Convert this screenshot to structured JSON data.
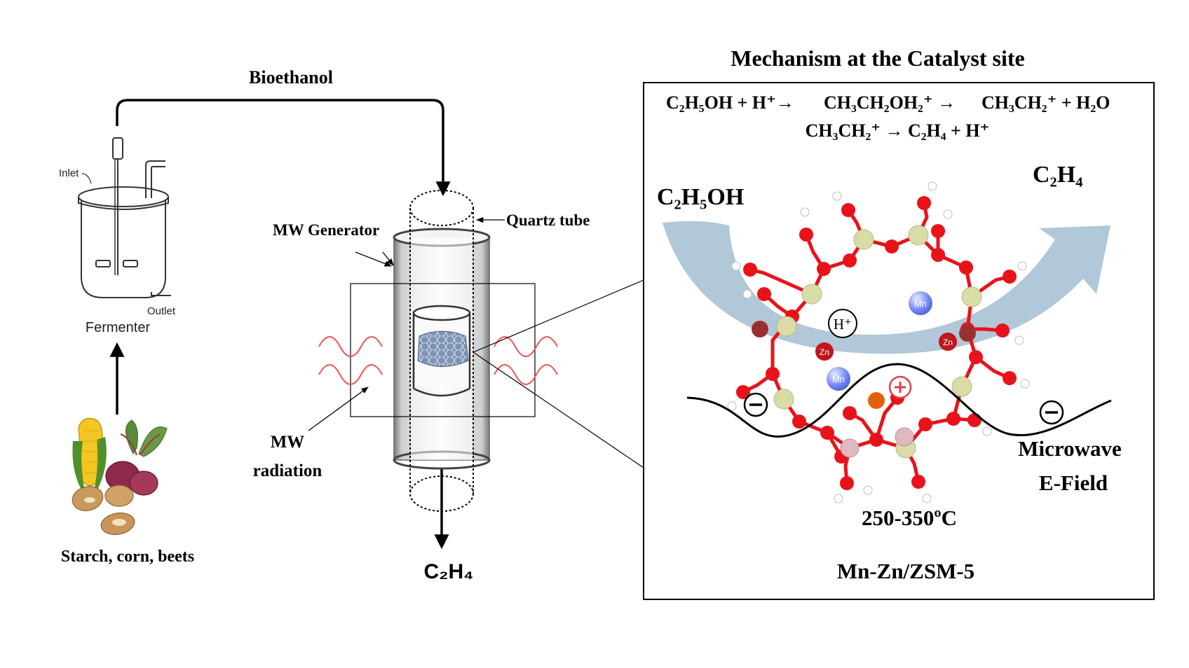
{
  "labels": {
    "bioethanol": "Bioethanol",
    "inlet": "Inlet",
    "outlet": "Outlet",
    "fermenter": "Fermenter",
    "feedstock": "Starch, corn, beets",
    "mw_generator": "MW Generator",
    "quartz_tube": "Quartz tube",
    "mw_radiation_line1": "MW",
    "mw_radiation_line2": "radiation",
    "product_out": "C₂H₄"
  },
  "mechanism": {
    "title": "Mechanism at the Catalyst site",
    "eq1_reactant": "C₂H₅OH + H⁺→",
    "eq1_intermediate": "CH₃CH₂OH₂⁺ →",
    "eq1_products": "CH₃CH₂⁺ + H₂O",
    "eq2": "CH₃CH₂⁺ → C₂H₄ + H⁺",
    "reactant": "C₂H₅OH",
    "product": "C₂H₄",
    "proton": "H⁺",
    "zn": "Zn",
    "mn": "Mn",
    "microwave_line1": "Microwave",
    "microwave_line2": "E-Field",
    "temperature": "250-350ºC",
    "catalyst": "Mn-Zn/ZSM-5"
  },
  "colors": {
    "arrow_fill": "#8fb1c6",
    "oxygen": "#e8131a",
    "silicon": "#d9dca6",
    "aluminum": "#e0b8c0",
    "phosphorus": "#e0620e",
    "zinc": "#c1161c",
    "manganese": "#6b7ff0",
    "wave": "#ee5555"
  }
}
